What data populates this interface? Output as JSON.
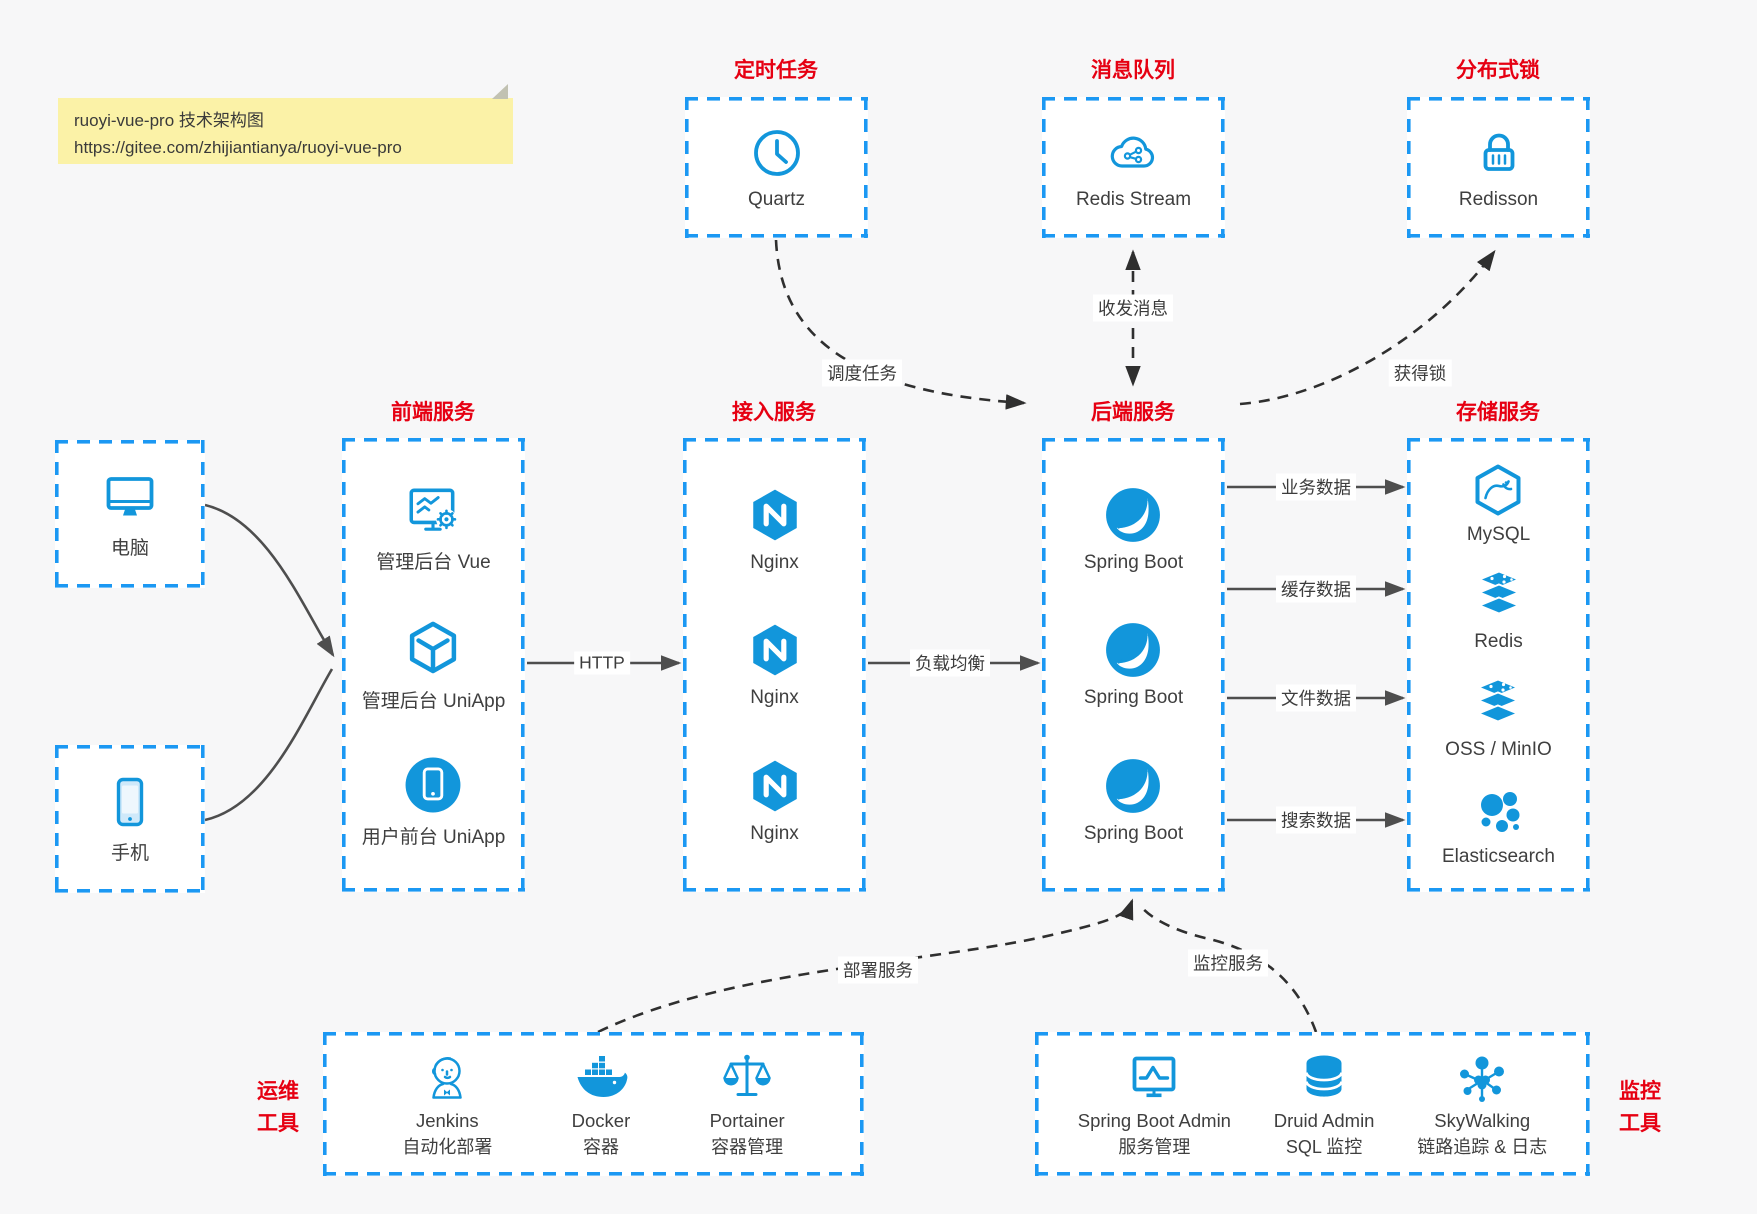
{
  "note": {
    "line1": "ruoyi-vue-pro 技术架构图",
    "line2": "https://gitee.com/zhijiantianya/ruoyi-vue-pro"
  },
  "colors": {
    "accent_blue": "#1296db",
    "border_blue": "#1b98f3",
    "title_red": "#e60012"
  },
  "top_boxes": {
    "scheduler": {
      "title": "定时任务",
      "item": {
        "label": "Quartz",
        "icon": "clock-icon"
      }
    },
    "mq": {
      "title": "消息队列",
      "item": {
        "label": "Redis Stream",
        "icon": "cloud-stream-icon"
      }
    },
    "lock": {
      "title": "分布式锁",
      "item": {
        "label": "Redisson",
        "icon": "lock-icon"
      }
    }
  },
  "clients": {
    "pc": {
      "label": "电脑",
      "icon": "desktop-icon"
    },
    "mobile": {
      "label": "手机",
      "icon": "smartphone-icon"
    }
  },
  "columns": {
    "frontend": {
      "title": "前端服务",
      "items": [
        {
          "label": "管理后台 Vue",
          "icon": "monitor-gear-icon"
        },
        {
          "label": "管理后台 UniApp",
          "icon": "cube-icon"
        },
        {
          "label": "用户前台 UniApp",
          "icon": "phone-circle-icon"
        }
      ]
    },
    "gateway": {
      "title": "接入服务",
      "items": [
        {
          "label": "Nginx",
          "icon": "nginx-icon"
        },
        {
          "label": "Nginx",
          "icon": "nginx-icon"
        },
        {
          "label": "Nginx",
          "icon": "nginx-icon"
        }
      ]
    },
    "backend": {
      "title": "后端服务",
      "items": [
        {
          "label": "Spring Boot",
          "icon": "spring-boot-icon"
        },
        {
          "label": "Spring Boot",
          "icon": "spring-boot-icon"
        },
        {
          "label": "Spring Boot",
          "icon": "spring-boot-icon"
        }
      ]
    },
    "storage": {
      "title": "存储服务",
      "items": [
        {
          "label": "MySQL",
          "icon": "mysql-icon"
        },
        {
          "label": "Redis",
          "icon": "redis-stack-icon"
        },
        {
          "label": "OSS / MinIO",
          "icon": "oss-stack-icon"
        },
        {
          "label": "Elasticsearch",
          "icon": "elasticsearch-icon"
        }
      ]
    }
  },
  "bottom_boxes": {
    "ops": {
      "side_line1": "运维",
      "side_line2": "工具",
      "items": [
        {
          "name": "Jenkins",
          "desc": "自动化部署",
          "icon": "jenkins-icon"
        },
        {
          "name": "Docker",
          "desc": "容器",
          "icon": "docker-whale-icon"
        },
        {
          "name": "Portainer",
          "desc": "容器管理",
          "icon": "scales-icon"
        }
      ]
    },
    "monitor": {
      "side_line1": "监控",
      "side_line2": "工具",
      "items": [
        {
          "name": "Spring Boot Admin",
          "desc": "服务管理",
          "icon": "monitor-pulse-icon"
        },
        {
          "name": "Druid Admin",
          "desc": "SQL 监控",
          "icon": "database-icon"
        },
        {
          "name": "SkyWalking",
          "desc": "链路追踪 & 日志",
          "icon": "network-nodes-icon"
        }
      ]
    }
  },
  "edges": {
    "http": "HTTP",
    "load_balance": "负载均衡",
    "business_data": "业务数据",
    "cache_data": "缓存数据",
    "file_data": "文件数据",
    "search_data": "搜索数据",
    "schedule_task": "调度任务",
    "send_receive_message": "收发消息",
    "acquire_lock": "获得锁",
    "deploy_service": "部署服务",
    "monitor_service": "监控服务"
  }
}
